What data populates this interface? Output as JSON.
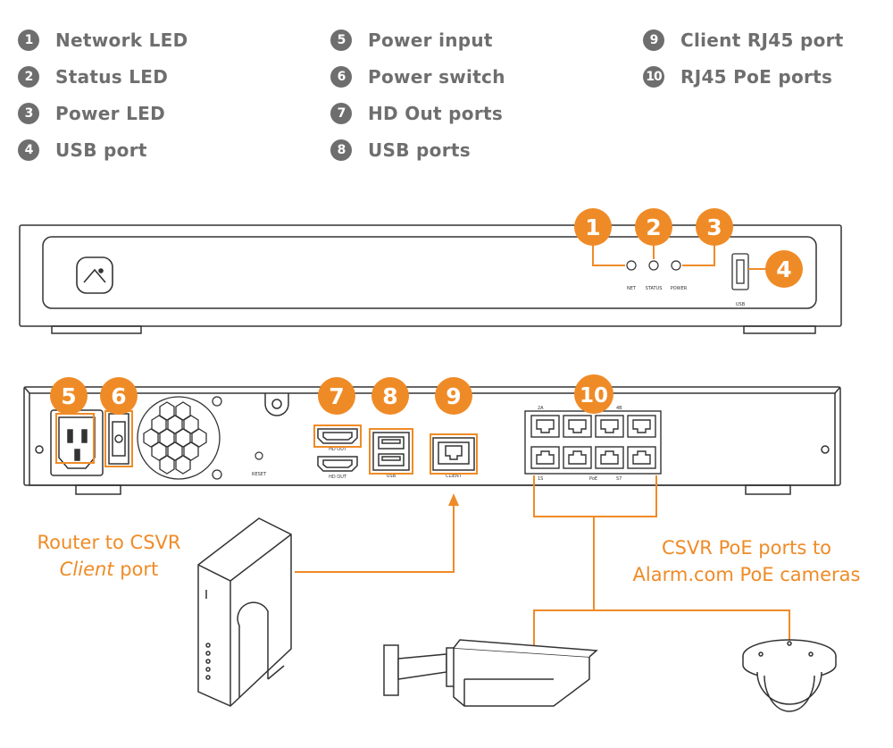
{
  "legend": [
    {
      "num": "1",
      "label": "Network LED"
    },
    {
      "num": "2",
      "label": "Status LED"
    },
    {
      "num": "3",
      "label": "Power LED"
    },
    {
      "num": "4",
      "label": "USB port"
    },
    {
      "num": "5",
      "label": "Power input"
    },
    {
      "num": "6",
      "label": "Power switch"
    },
    {
      "num": "7",
      "label": "HD Out ports"
    },
    {
      "num": "8",
      "label": "USB ports"
    },
    {
      "num": "9",
      "label": "Client RJ45 port"
    },
    {
      "num": "10",
      "label": "RJ45 PoE ports"
    }
  ],
  "front_panel": {
    "net_label": "NET",
    "status_label": "STATUS",
    "power_label": "POWER",
    "usb_label": "USB"
  },
  "back_panel": {
    "reset_label": "RESET",
    "hdout_label_1": "HD OUT",
    "hdout_label_2": "HD OUT",
    "usb_label": "USB",
    "client_label": "CLIENT",
    "poe_label": "PoE",
    "port_num_tl": "2A",
    "port_num_tr": "4B",
    "port_num_bl": "1S",
    "port_num_br": "S7"
  },
  "callouts": {
    "router_line1": "Router to CSVR",
    "router_line2_italic": "Client",
    "router_line2_rest": " port",
    "poe_line1": "CSVR PoE ports to",
    "poe_line2": "Alarm.com PoE cameras"
  },
  "colors": {
    "accent": "#ef8b27",
    "badge_gray": "#6e6e6e",
    "outline": "#333333"
  }
}
